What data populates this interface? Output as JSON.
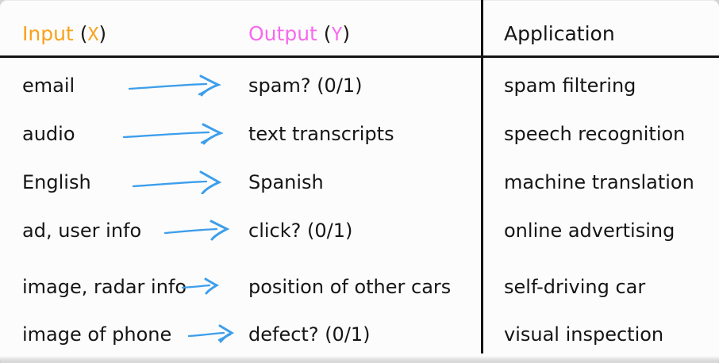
{
  "slide": {
    "header": {
      "input": {
        "label": "Input",
        "open": "(",
        "var": "X",
        "close": ")"
      },
      "output": {
        "label": "Output",
        "open": "(",
        "var": "Y",
        "close": ")"
      },
      "application": "Application"
    },
    "rows": [
      {
        "input": "email",
        "output": "spam? (0/1)",
        "application": "spam filtering"
      },
      {
        "input": "audio",
        "output": "text transcripts",
        "application": "speech recognition"
      },
      {
        "input": "English",
        "output": "Spanish",
        "application": "machine translation"
      },
      {
        "input": "ad, user info",
        "output": "click? (0/1)",
        "application": "online advertising"
      },
      {
        "input": "image, radar info",
        "output": "position of other cars",
        "application": "self-driving car"
      },
      {
        "input": "image of phone",
        "output": "defect? (0/1)",
        "application": "visual inspection"
      }
    ],
    "icons": {
      "arrow": "hand-drawn-right-arrow"
    },
    "colors": {
      "input_accent": "#F9A21B",
      "output_accent": "#F869EF",
      "arrow_blue": "#3D9EEB",
      "text": "#151515",
      "rule": "#141414"
    }
  }
}
